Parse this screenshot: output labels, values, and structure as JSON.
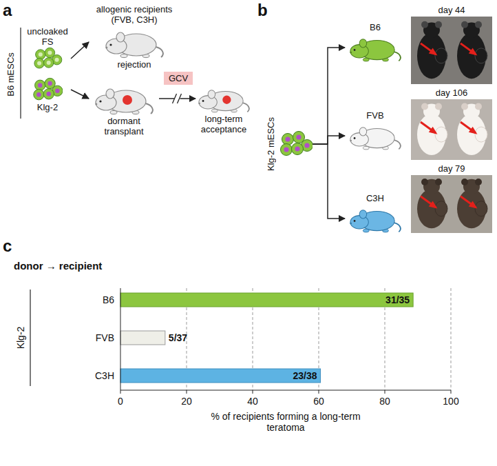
{
  "diagram": {
    "nodes": [
      {
        "text": [
          "uncloaked FS"
        ]
      },
      {
        "text": [
          "Klg-2"
        ]
      },
      {
        "text": [
          "allogenic recipients (FVB, C3H)",
          "rejection"
        ]
      },
      {
        "text": [
          "dormant transplant"
        ]
      },
      {
        "text": [
          "GCV"
        ]
      },
      {
        "text": [
          "long-term acceptance"
        ]
      },
      {
        "text": [
          "Klg-2 mESCs"
        ]
      },
      {
        "text": [
          "B6"
        ]
      },
      {
        "text": [
          "FVB"
        ]
      },
      {
        "text": [
          "C3H"
        ]
      }
    ],
    "edges": [
      {
        "from": 0,
        "to": 2,
        "arrow": "to"
      },
      {
        "from": 1,
        "to": 3,
        "arrow": "to"
      },
      {
        "from": 3,
        "to": 5,
        "arrow": "to"
      },
      {
        "from": 6,
        "to": 7,
        "arrow": "to"
      },
      {
        "from": 6,
        "to": 8,
        "arrow": "to"
      },
      {
        "from": 6,
        "to": 9,
        "arrow": "to"
      }
    ],
    "labels": [
      "a",
      "B6 mESCs",
      "b",
      "day 44",
      "day 106",
      "day 79",
      "c",
      "donor → recipient",
      "Klg-2",
      "B6",
      "FVB",
      "C3H",
      "31/35",
      "5/37",
      "23/38",
      "0",
      "20",
      "40",
      "60",
      "80",
      "100",
      "% of recipients forming a long-term teratoma"
    ]
  }
}
